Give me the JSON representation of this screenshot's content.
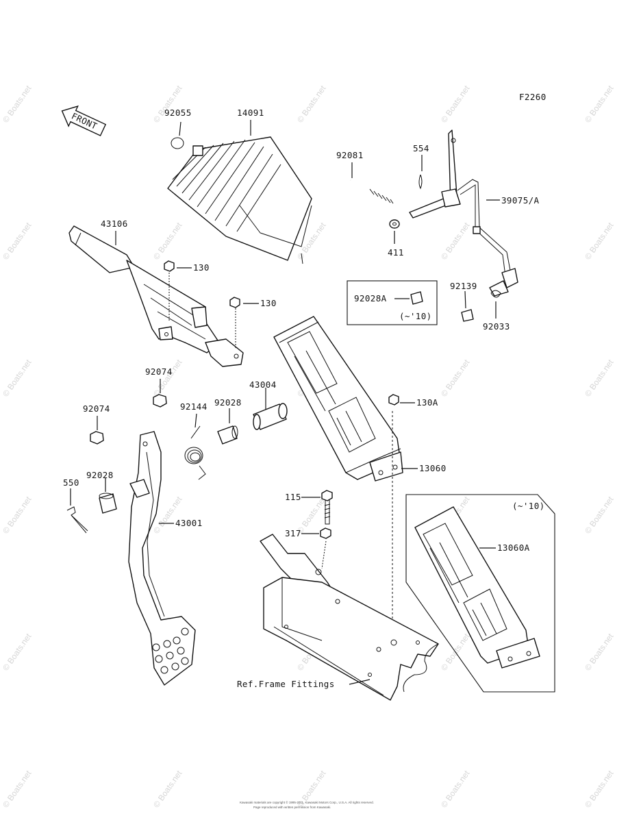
{
  "diagram_code": "F2260",
  "front_label": "FRONT",
  "labels": {
    "p92055": "92055",
    "p14091": "14091",
    "p92081": "92081",
    "p554": "554",
    "p39075A": "39075/A",
    "p411": "411",
    "p43106": "43106",
    "p130a": "130",
    "p130b": "130",
    "p92028A": "92028A",
    "p92028A_note": "(~'10)",
    "p92139": "92139",
    "p92033": "92033",
    "p92074a": "92074",
    "p43004": "43004",
    "p130A": "130A",
    "p92074b": "92074",
    "p92144": "92144",
    "p92028a": "92028",
    "p13060": "13060",
    "p550": "550",
    "p92028b": "92028",
    "p115": "115",
    "p43001": "43001",
    "p317": "317",
    "p13060A": "13060A",
    "p13060A_note": "(~'10)",
    "ref_frame": "Ref.Frame Fittings"
  },
  "watermark": "© Boats.net",
  "copyright_line1": "Kawasaki materials are copyright © 1995-2011, Kawasaki Motors Corp., U.S.A. All rights reserved.",
  "copyright_line2": "Page reproduced with written permission from Kawasaki."
}
